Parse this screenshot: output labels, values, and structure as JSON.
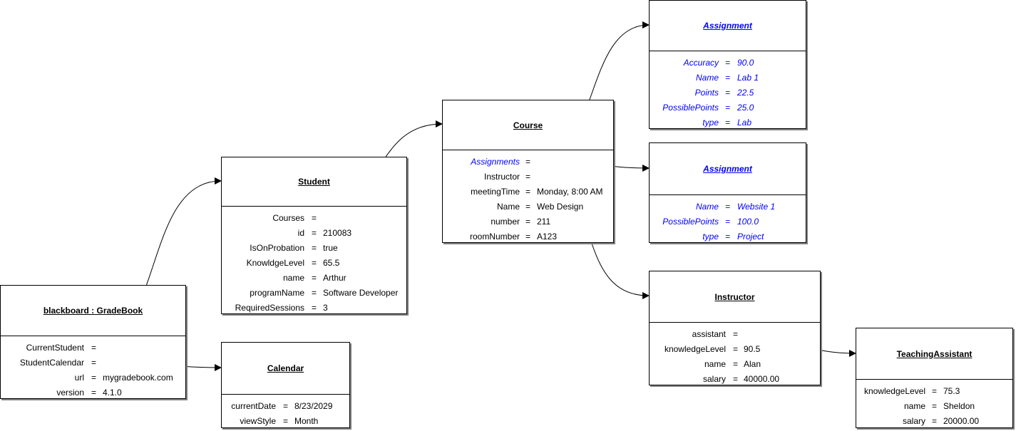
{
  "nodes": {
    "gradebook": {
      "title": "blackboard : GradeBook",
      "attrs": [
        {
          "name": "CurrentStudent",
          "value": ""
        },
        {
          "name": "StudentCalendar",
          "value": ""
        },
        {
          "name": "url",
          "value": "mygradebook.com"
        },
        {
          "name": "version",
          "value": "4.1.0"
        }
      ]
    },
    "student": {
      "title": "Student",
      "attrs": [
        {
          "name": "Courses",
          "value": ""
        },
        {
          "name": "id",
          "value": "210083"
        },
        {
          "name": "IsOnProbation",
          "value": "true"
        },
        {
          "name": "KnowldgeLevel",
          "value": "65.5"
        },
        {
          "name": "name",
          "value": "Arthur"
        },
        {
          "name": "programName",
          "value": "Software Developer"
        },
        {
          "name": "RequiredSessions",
          "value": "3"
        }
      ]
    },
    "calendar": {
      "title": "Calendar",
      "attrs": [
        {
          "name": "currentDate",
          "value": "8/23/2029"
        },
        {
          "name": "viewStyle",
          "value": "Month"
        }
      ]
    },
    "course": {
      "title": "Course",
      "attrs": [
        {
          "name": "Assignments",
          "value": "",
          "highlight": true
        },
        {
          "name": "Instructor",
          "value": ""
        },
        {
          "name": "meetingTime",
          "value": "Monday, 8:00 AM"
        },
        {
          "name": "Name",
          "value": "Web Design"
        },
        {
          "name": "number",
          "value": "211"
        },
        {
          "name": "roomNumber",
          "value": "A123"
        }
      ]
    },
    "assignment1": {
      "title": "Assignment",
      "attrs": [
        {
          "name": "Accuracy",
          "value": "90.0"
        },
        {
          "name": "Name",
          "value": "Lab 1"
        },
        {
          "name": "Points",
          "value": "22.5"
        },
        {
          "name": "PossiblePoints",
          "value": "25.0"
        },
        {
          "name": "type",
          "value": "Lab"
        }
      ]
    },
    "assignment2": {
      "title": "Assignment",
      "attrs": [
        {
          "name": "Name",
          "value": "Website 1"
        },
        {
          "name": "PossiblePoints",
          "value": "100.0"
        },
        {
          "name": "type",
          "value": "Project"
        }
      ]
    },
    "instructor": {
      "title": "Instructor",
      "attrs": [
        {
          "name": "assistant",
          "value": ""
        },
        {
          "name": "knowledgeLevel",
          "value": "90.5"
        },
        {
          "name": "name",
          "value": "Alan"
        },
        {
          "name": "salary",
          "value": "40000.00"
        }
      ]
    },
    "teachingassistant": {
      "title": "TeachingAssistant",
      "attrs": [
        {
          "name": "knowledgeLevel",
          "value": "75.3"
        },
        {
          "name": "name",
          "value": "Sheldon"
        },
        {
          "name": "salary",
          "value": "20000.00"
        }
      ]
    }
  },
  "equals_sign": "=",
  "colors": {
    "border": "#000000",
    "shadow": "#808080",
    "link_text": "#0000ff",
    "edge": "#000000"
  },
  "edges": [
    {
      "from": "gradebook",
      "attr": "CurrentStudent",
      "to": "student"
    },
    {
      "from": "gradebook",
      "attr": "StudentCalendar",
      "to": "calendar"
    },
    {
      "from": "student",
      "attr": "Courses",
      "to": "course"
    },
    {
      "from": "course",
      "attr": "Assignments",
      "to": "assignment1"
    },
    {
      "from": "course",
      "attr": "Assignments",
      "to": "assignment2"
    },
    {
      "from": "course",
      "attr": "Instructor",
      "to": "instructor"
    },
    {
      "from": "instructor",
      "attr": "assistant",
      "to": "teachingassistant"
    }
  ]
}
